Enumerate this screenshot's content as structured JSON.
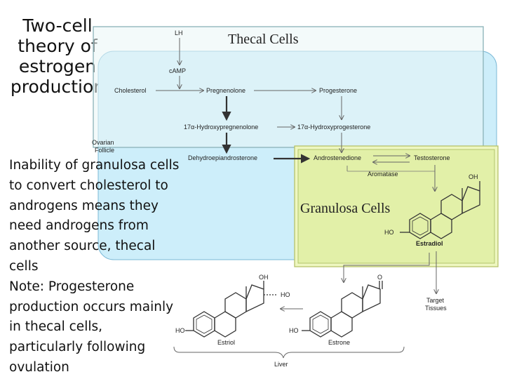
{
  "slide": {
    "title": "Two-cell theory of estrogen production",
    "body_lines": [
      "Inability of granulosa cells",
      "to convert cholesterol to",
      "androgens means they",
      "need androgens from",
      "another source, thecal",
      "cells",
      "Note: Progesterone",
      "production occurs mainly",
      "in thecal cells,",
      "particularly following",
      "ovulation"
    ]
  },
  "diagram": {
    "thecal_title": "Thecal Cells",
    "granulosa_title": "Granulosa Cells",
    "ovarian_follicle": [
      "Ovarian",
      "Follicle"
    ],
    "lh": "LH",
    "camp": "cAMP",
    "cholesterol": "Cholesterol",
    "pregnenolone": "Pregnenolone",
    "progesterone": "Progesterone",
    "hydroxypregnenolone": "17α-Hydroxypregnenolone",
    "hydroxyprogesterone": "17α-Hydroxyprogesterone",
    "dhea": "Dehydroepiandrosterone",
    "androstenedione": "Androstenedione",
    "testosterone": "Testosterone",
    "aromatase": "Aromatase",
    "estradiol": "Estradiol",
    "estriol": "Estriol",
    "estrone": "Estrone",
    "liver": "Liver",
    "target_tissues": [
      "Target",
      "Tissues"
    ],
    "oh": "OH",
    "ho": "HO",
    "oxo": "O",
    "colors": {
      "blue_box": "#cdeefa",
      "thecal_box": "#e9f6f6",
      "granulosa_box": "#eef7c0",
      "granulosa_inner": "#e2f0a8",
      "arrow_red": "#b03020"
    }
  }
}
